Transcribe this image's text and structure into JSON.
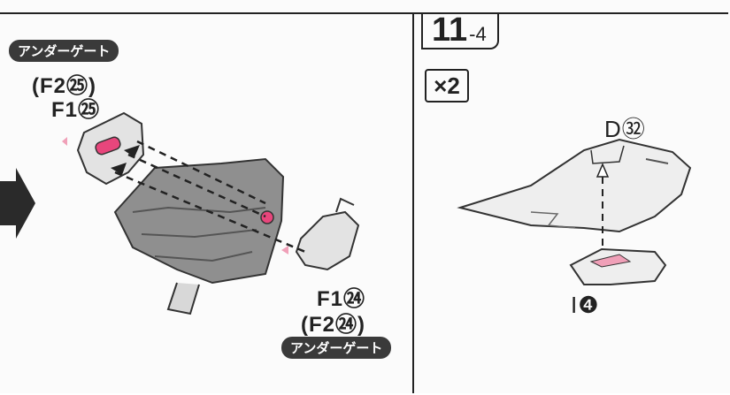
{
  "left_panel": {
    "label_top_badge": "アンダーゲート",
    "label_top_alt": "(F2㉕)",
    "label_top_main": "F1㉕",
    "label_bottom_main": "F1㉔",
    "label_bottom_alt": "(F2㉔)",
    "label_bottom_badge": "アンダーゲート"
  },
  "right_panel": {
    "step_number": "11",
    "step_sub": "-4",
    "quantity": "×2",
    "part_top": "D㉜",
    "part_bottom": "I❹"
  },
  "colors": {
    "accent": "#e8467c",
    "ink": "#222222",
    "badge": "#3a3a3a"
  }
}
